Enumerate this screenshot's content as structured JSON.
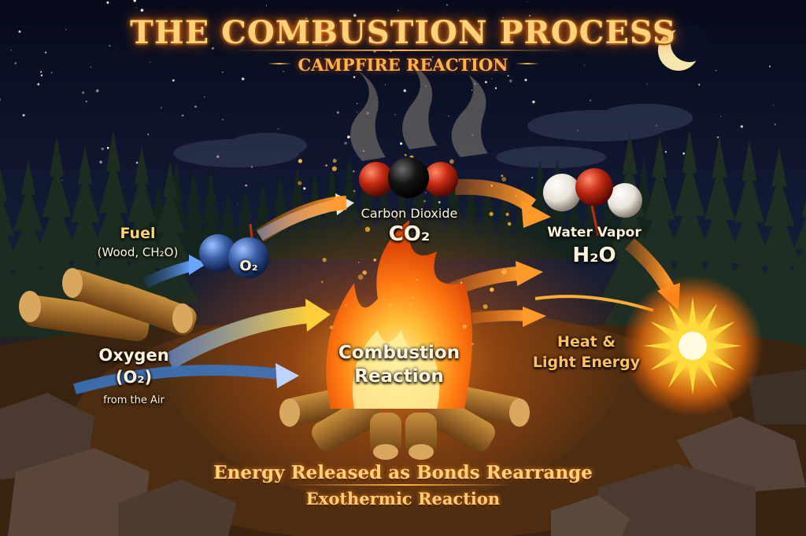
{
  "header": {
    "title": "THE COMBUSTION PROCESS",
    "subtitle": "CAMPFIRE REACTION"
  },
  "labels": {
    "fuel_title": "Fuel",
    "fuel_detail": "(Wood, CH₂O)",
    "o2_small": "O₂",
    "oxygen_title": "Oxygen",
    "oxygen_formula": "(O₂)",
    "oxygen_source": "from the Air",
    "co2_name": "Carbon Dioxide",
    "co2_formula": "CO₂",
    "water_name": "Water Vapor",
    "water_formula": "H₂O",
    "reaction_line1": "Combustion",
    "reaction_line2": "Reaction",
    "energy_line1": "Heat &",
    "energy_line2": "Light Energy"
  },
  "footer": {
    "line1": "Energy Released as Bonds Rearrange",
    "line2": "Exothermic Reaction"
  },
  "colors": {
    "oxygen_atom": "#3b5fa8",
    "carbon_atom": "#151515",
    "red_atom": "#c42a12",
    "hydrogen_atom": "#f0ece4",
    "flame": "#ff8a1a",
    "arrow_orange": "#ff7a18",
    "arrow_blue": "#3a78c8"
  },
  "icons": [
    "moon-icon",
    "star-icon",
    "starburst-icon"
  ]
}
